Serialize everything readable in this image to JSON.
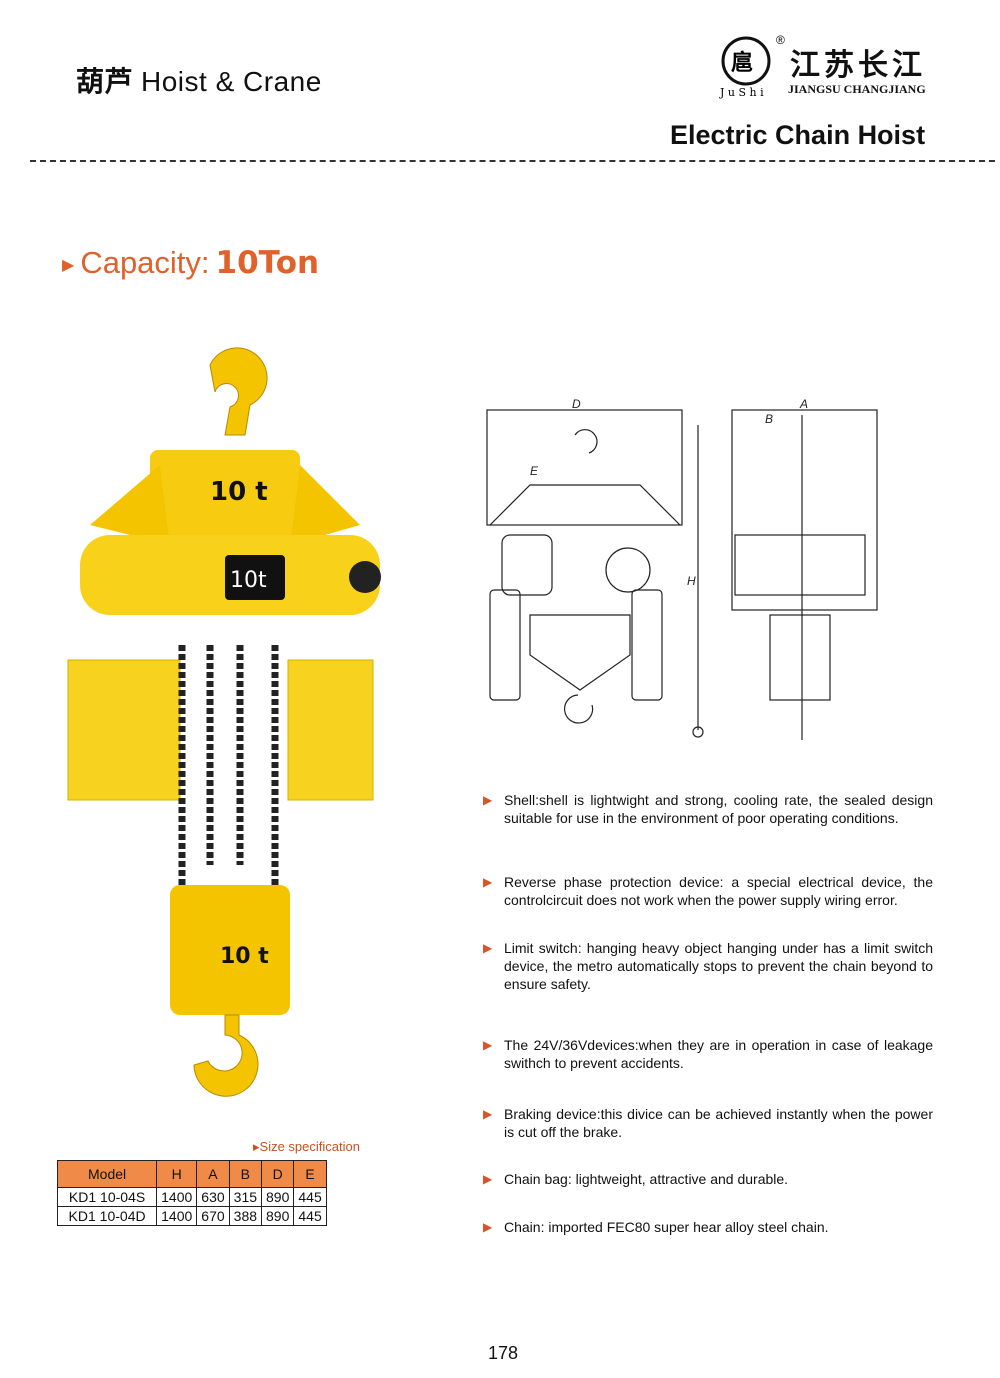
{
  "header": {
    "cn_label": "葫芦",
    "section": "Hoist & Crane",
    "brand_cn": "江苏长江",
    "brand_en": "JIANGSU CHANGJIANG",
    "logo_text": "JuShi",
    "title": "Electric Chain Hoist"
  },
  "capacity": {
    "label": "Capacity:",
    "value": "10Ton"
  },
  "hoist_image": {
    "plate_text": "10 t",
    "display_text": "10t"
  },
  "diagram": {
    "labels": [
      "D",
      "E",
      "H",
      "B",
      "A"
    ]
  },
  "features": [
    "Shell:shell is lightwight and strong, cooling rate, the sealed design suitable for use in the environment of poor operating conditions.",
    "Reverse phase protection device: a special electrical device, the controlcircuit does not work when the power supply wiring error.",
    "Limit switch: hanging heavy object hanging under has a limit switch device, the metro automatically stops to prevent the chain beyond to ensure safety.",
    "The 24V/36Vdevices:when they are in operation in case of leakage swithch to prevent accidents.",
    "Braking device:this divice can be achieved instantly when the power is cut off the brake.",
    "Chain bag: lightweight, attractive and durable.",
    "Chain: imported FEC80 super hear alloy steel chain."
  ],
  "size_spec": {
    "label": "Size specification",
    "headers": [
      "Model",
      "H",
      "A",
      "B",
      "D",
      "E"
    ],
    "rows": [
      [
        "KD1 10-04S",
        "1400",
        "630",
        "315",
        "890",
        "445"
      ],
      [
        "KD1 10-04D",
        "1400",
        "670",
        "388",
        "890",
        "445"
      ]
    ]
  },
  "page_number": "178"
}
